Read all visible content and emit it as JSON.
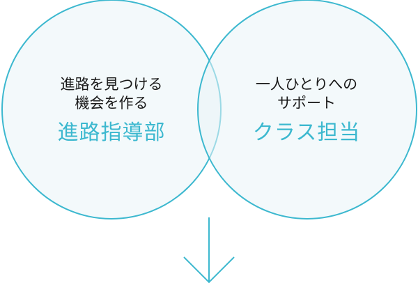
{
  "colors": {
    "accent": "#3cb8cf",
    "text": "#1a1a1a",
    "circle_fill": "#eaf4f8"
  },
  "left_circle": {
    "description_line1": "進路を見つける",
    "description_line2": "機会を作る",
    "title": "進路指導部"
  },
  "right_circle": {
    "description_line1": "一人ひとりへの",
    "description_line2": "サポート",
    "title": "クラス担当"
  },
  "arrow_icon": "down-arrow-icon"
}
